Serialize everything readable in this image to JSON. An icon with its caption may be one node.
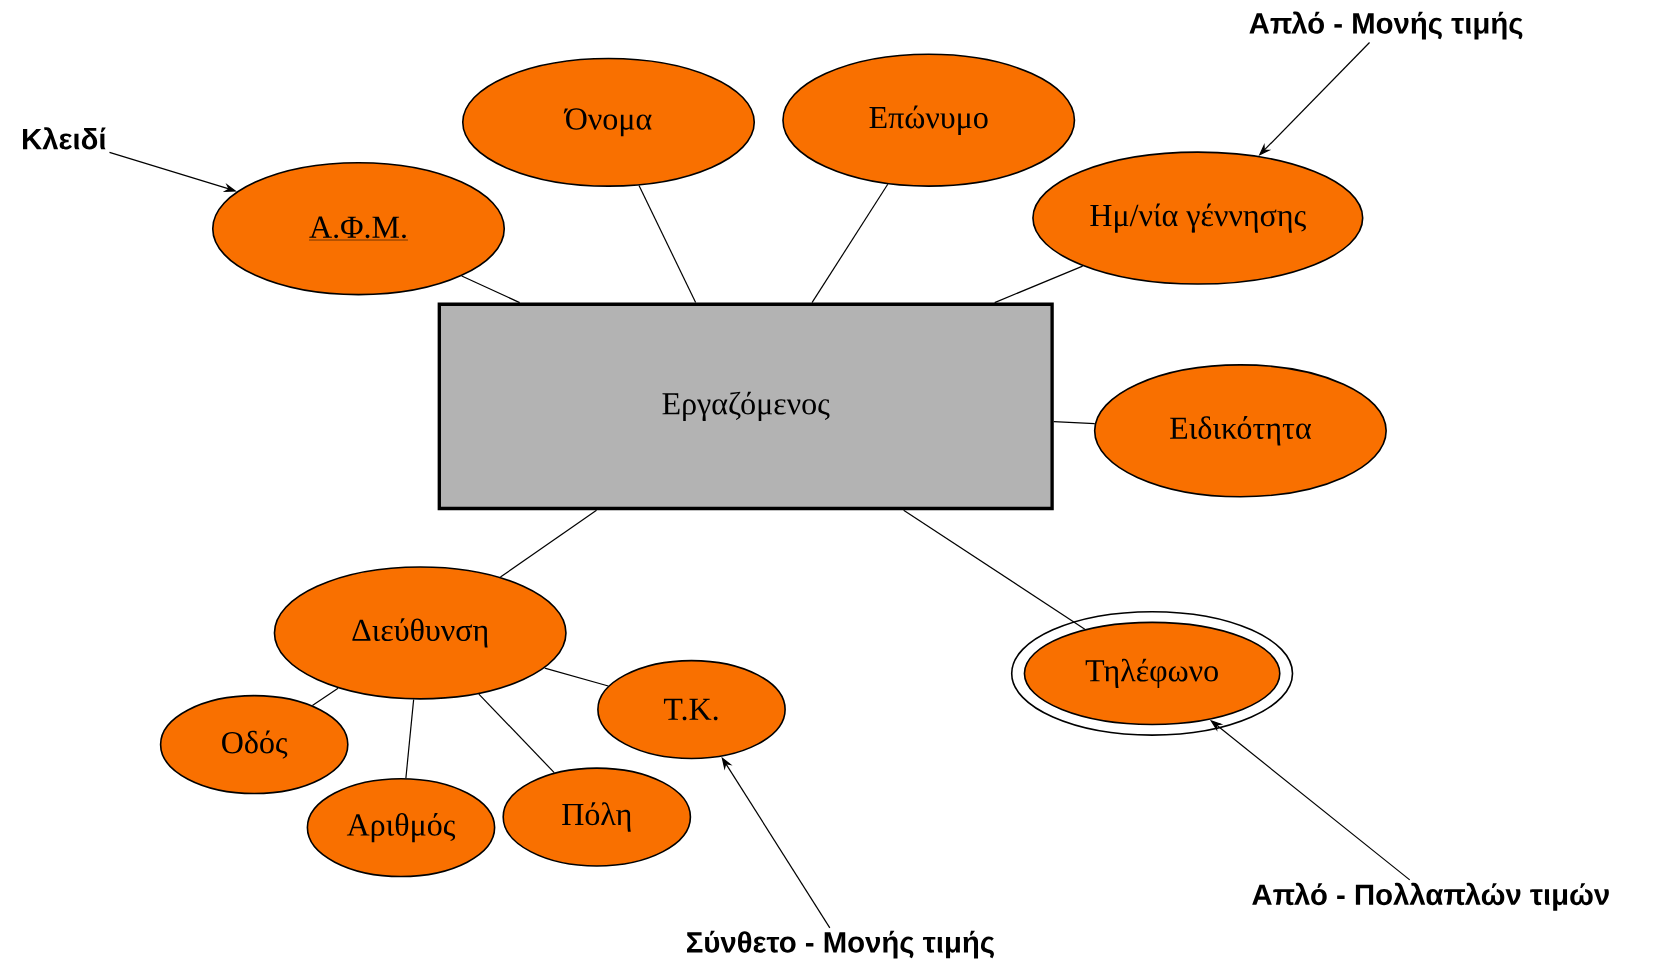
{
  "diagram": {
    "nodes": [
      {
        "text": [
          "Εργαζόμενος"
        ]
      },
      {
        "text": [
          "Α.Φ.Μ."
        ]
      },
      {
        "text": [
          "Όνομα"
        ]
      },
      {
        "text": [
          "Επώνυμο"
        ]
      },
      {
        "text": [
          "Ημ/νία γέννησης"
        ]
      },
      {
        "text": [
          "Ειδικότητα"
        ]
      },
      {
        "text": [
          "Τηλέφωνο"
        ]
      },
      {
        "text": [
          "Διεύθυνση"
        ]
      },
      {
        "text": [
          "Οδός"
        ]
      },
      {
        "text": [
          "Αριθμός"
        ]
      },
      {
        "text": [
          "Πόλη"
        ]
      },
      {
        "text": [
          "Τ.Κ."
        ]
      },
      {
        "text": [
          "Κλειδί"
        ]
      },
      {
        "text": [
          "Απλό - Μονής τιμής"
        ]
      },
      {
        "text": [
          "Σύνθετο - Μονής τιμής"
        ]
      },
      {
        "text": [
          "Απλό - Πολλαπλών τιμών"
        ]
      }
    ],
    "edges": [
      {
        "from": 0,
        "to": 1,
        "arrow": "none"
      },
      {
        "from": 0,
        "to": 2,
        "arrow": "none"
      },
      {
        "from": 0,
        "to": 3,
        "arrow": "none"
      },
      {
        "from": 0,
        "to": 4,
        "arrow": "none"
      },
      {
        "from": 0,
        "to": 5,
        "arrow": "none"
      },
      {
        "from": 0,
        "to": 6,
        "arrow": "none"
      },
      {
        "from": 0,
        "to": 7,
        "arrow": "none"
      },
      {
        "from": 7,
        "to": 8,
        "arrow": "none"
      },
      {
        "from": 7,
        "to": 9,
        "arrow": "none"
      },
      {
        "from": 7,
        "to": 10,
        "arrow": "none"
      },
      {
        "from": 7,
        "to": 11,
        "arrow": "none"
      },
      {
        "from": 12,
        "to": 1,
        "arrow": "to"
      },
      {
        "from": 13,
        "to": 4,
        "arrow": "to"
      },
      {
        "from": 14,
        "to": 11,
        "arrow": "to"
      },
      {
        "from": 15,
        "to": 6,
        "arrow": "to"
      }
    ]
  }
}
